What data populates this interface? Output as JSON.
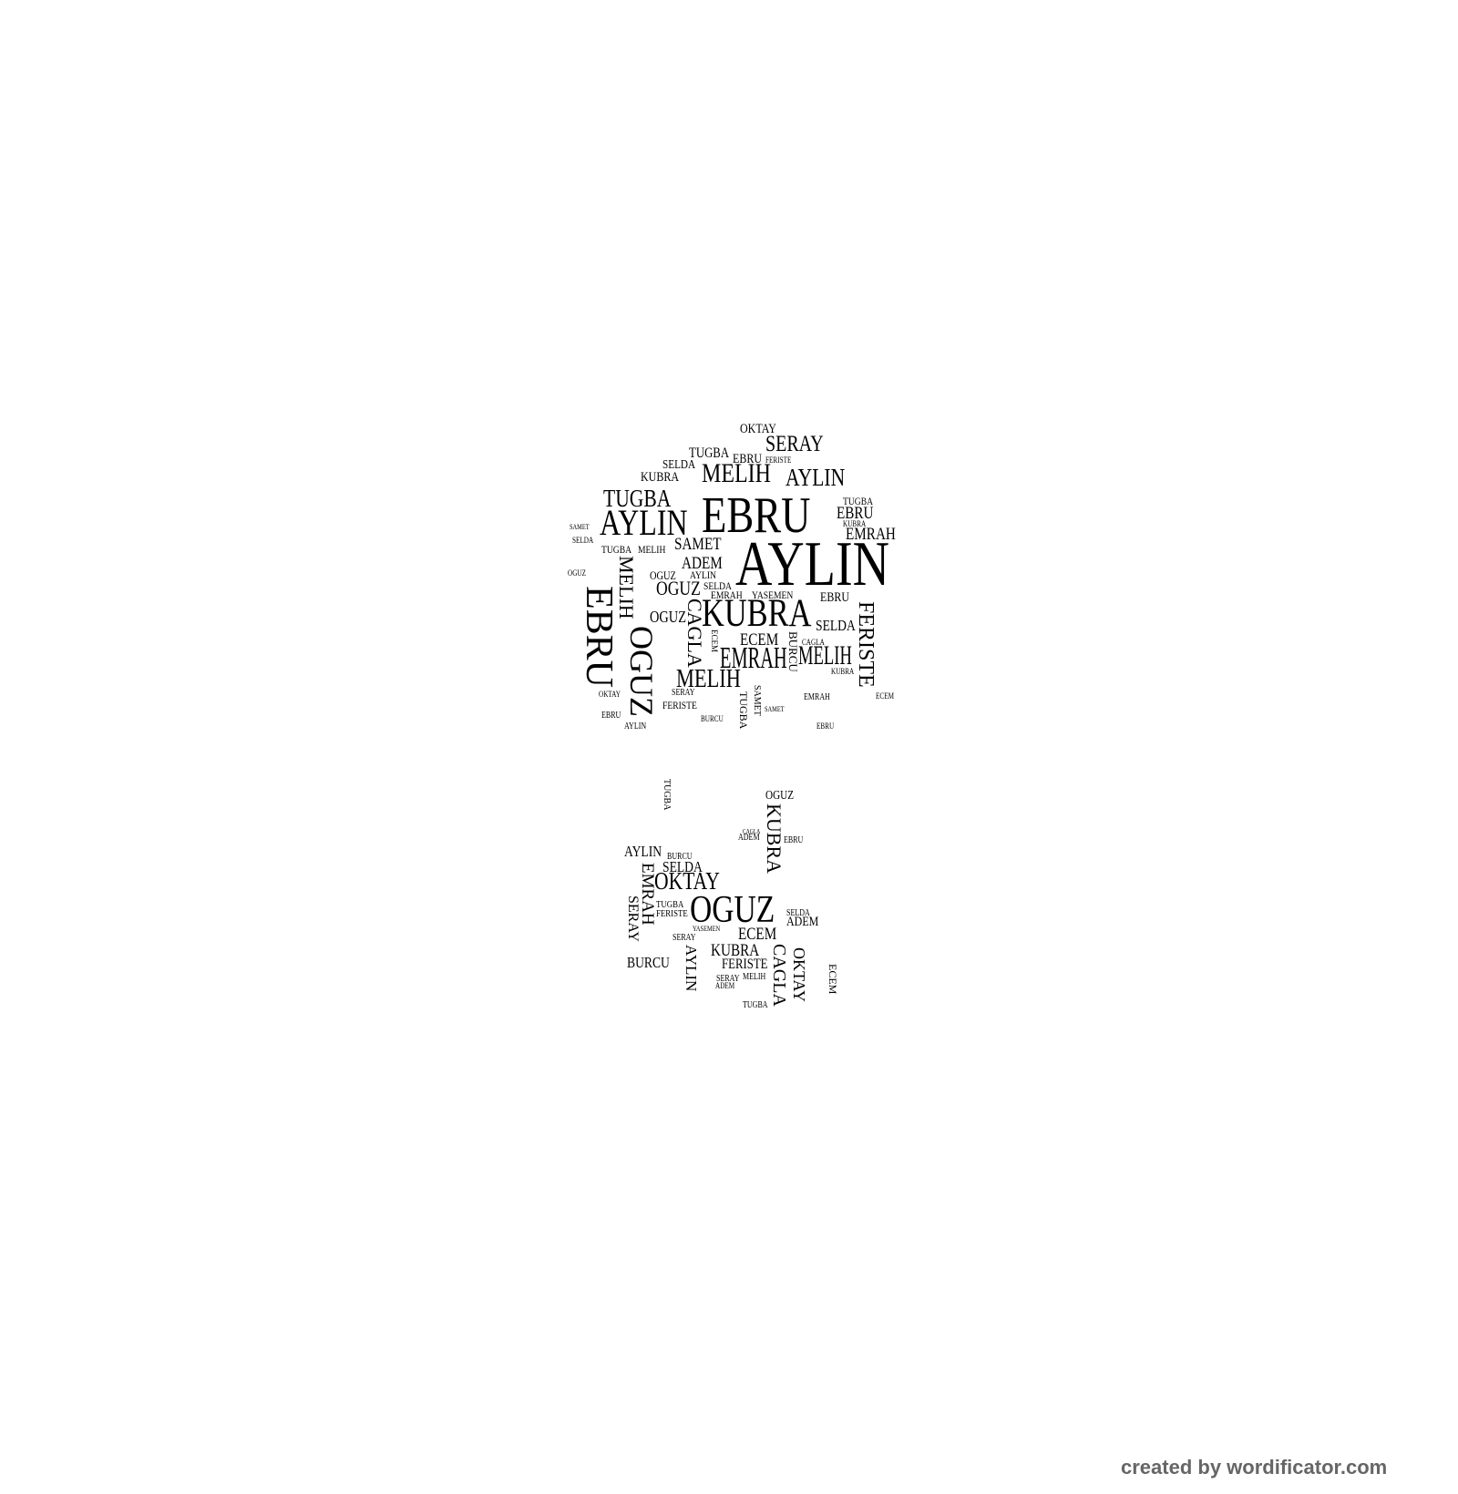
{
  "words": [
    "OKTAY",
    "SERAY",
    "TUGBA",
    "EBRU",
    "FERISTE",
    "SELDA",
    "MELIH",
    "AYLIN",
    "KUBRA",
    "TUGBA",
    "TUGBA",
    "EBRU",
    "AYLIN",
    "EBRU",
    "KUBRA",
    "EMRAH",
    "SAMET",
    "AYLIN",
    "TUGBA",
    "MELIH",
    "ADEM",
    "OGUZ",
    "AYLIN",
    "OGUZ",
    "SELDA",
    "EMRAH",
    "YASEMEN",
    "KUBRA",
    "EBRU",
    "OGUZ",
    "SELDA",
    "ECEM",
    "EMRAH",
    "MELIH",
    "MELIH",
    "FERISTE",
    "SERAY",
    "OKTAY",
    "EMRAH",
    "ECEM",
    "EBRU",
    "AYLIN",
    "BURCU",
    "EBRU",
    "SAMET",
    "OGUZ",
    "SAMET",
    "SELDA",
    "KUBRA",
    "CAGLA",
    "OGUZ",
    "ADEM",
    "EBRU",
    "AYLIN",
    "BURCU",
    "SELDA",
    "OKTAY",
    "TUGBA",
    "FERISTE",
    "OGUZ",
    "SELDA",
    "ADEM",
    "YASEMEN",
    "ECEM",
    "SERAY",
    "KUBRA",
    "BURCU",
    "FERISTE",
    "MELIH",
    "SERAY",
    "ADEM",
    "TUGBA",
    "CAGLA",
    "MELIH",
    "EBRU",
    "CAGLA",
    "OGUZ",
    "FERISTE",
    "BURCU",
    "ECEM",
    "TUGBA",
    "SAMET",
    "TUGBA",
    "KUBRA",
    "EMRAH",
    "SERAY",
    "AYLIN",
    "CAGLA",
    "OKTAY",
    "ECEM"
  ],
  "footer": "created by wordificator.com"
}
